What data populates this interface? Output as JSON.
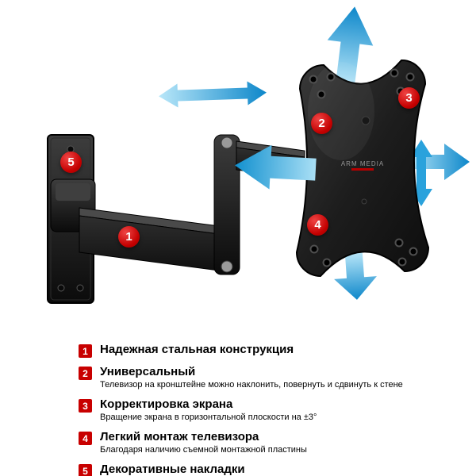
{
  "product": {
    "brand_logo": "ARM MEDIA",
    "callouts": [
      "1",
      "2",
      "3",
      "4",
      "5"
    ]
  },
  "features": [
    {
      "num": "1",
      "title": "Надежная стальная конструкция",
      "desc": ""
    },
    {
      "num": "2",
      "title": "Универсальный",
      "desc": "Телевизор на кронштейне можно наклонить, повернуть и сдвинуть к стене"
    },
    {
      "num": "3",
      "title": "Корректировка экрана",
      "desc": "Вращение экрана в горизонтальной плоскости на ±3°"
    },
    {
      "num": "4",
      "title": "Легкий монтаж телевизора",
      "desc": "Благодаря наличию съемной монтажной пластины"
    },
    {
      "num": "5",
      "title": "Декоративные накладки",
      "desc": ""
    }
  ],
  "colors": {
    "badge_red": "#c80000",
    "arrow_blue": "#0d87ca",
    "metal_black": "#141414"
  }
}
